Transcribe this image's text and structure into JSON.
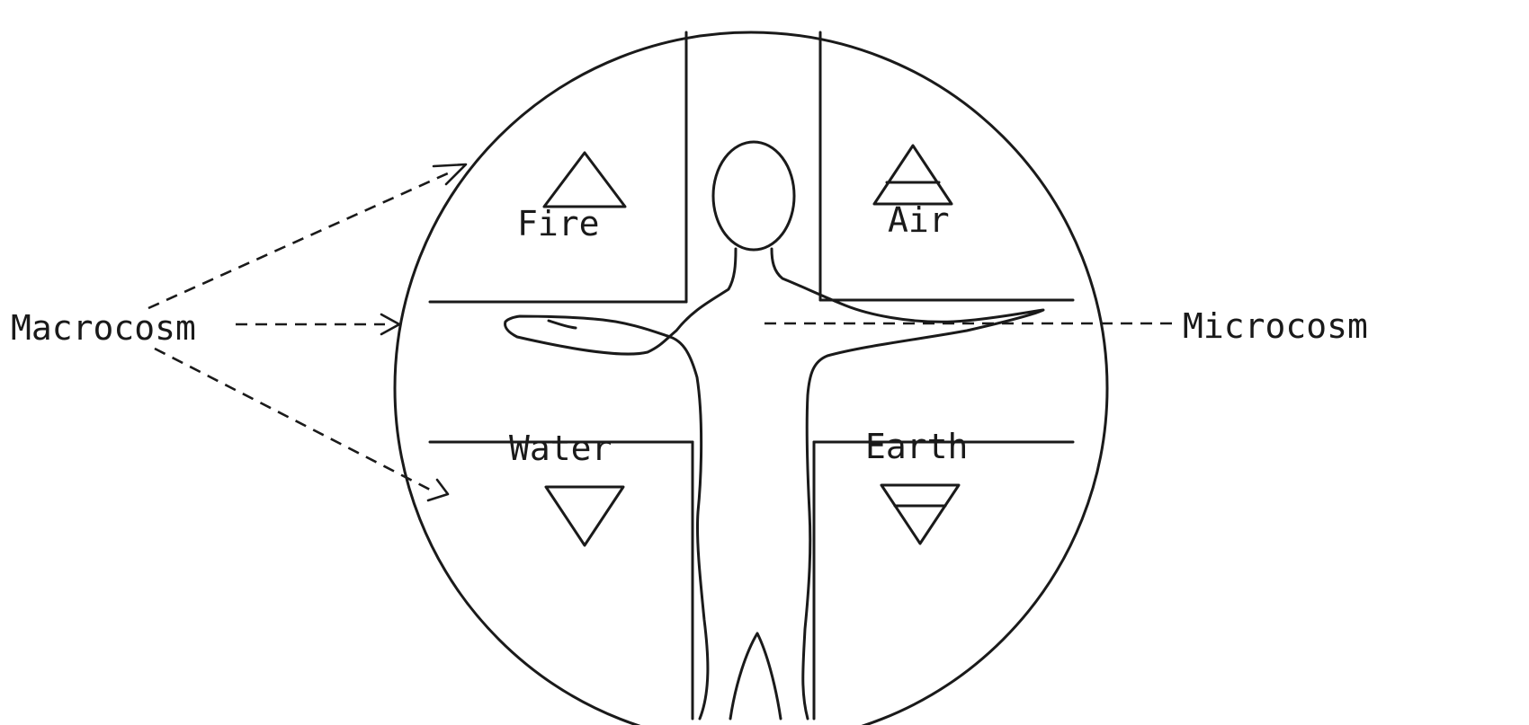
{
  "labels": {
    "macrocosm": "Macrocosm",
    "microcosm": "Microcosm"
  },
  "elements": {
    "fire": "Fire",
    "air": "Air",
    "water": "Water",
    "earth": "Earth"
  },
  "icons": {
    "fire": "triangle-up-icon",
    "air": "triangle-up-bar-icon",
    "water": "triangle-down-icon",
    "earth": "triangle-down-bar-icon"
  },
  "colors": {
    "ink": "#1a1a1a",
    "background": "#ffffff"
  }
}
